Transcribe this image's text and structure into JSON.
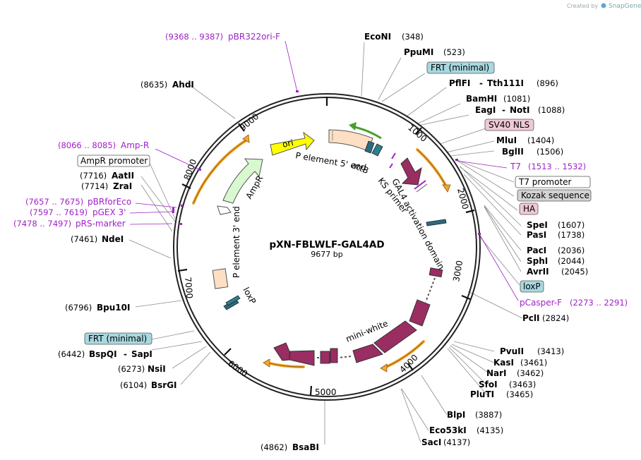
{
  "watermark": {
    "text": "Created by",
    "brand": "SnapGene"
  },
  "plasmid": {
    "name": "pXN-FBLWLF-GAL4AD",
    "length": "9677 bp"
  },
  "ticks": [
    "1000",
    "2000",
    "3000",
    "4000",
    "5000",
    "6000",
    "7000",
    "8000",
    "9000"
  ],
  "sites": {
    "econi": {
      "name": "EcoNI",
      "pos": "(348)"
    },
    "ppumi": {
      "name": "PpuMI",
      "pos": "(523)"
    },
    "pflfi": {
      "name": "PflFI",
      "name2": "Tth111I",
      "pos": "(896)"
    },
    "bamhi": {
      "name": "BamHI",
      "pos": "(1081)"
    },
    "eagi": {
      "name": "EagI",
      "name2": "NotI",
      "pos": "(1088)"
    },
    "mlui": {
      "name": "MluI",
      "pos": "(1404)"
    },
    "bglii": {
      "name": "BglII",
      "pos": "(1506)"
    },
    "spei": {
      "name": "SpeI",
      "pos": "(1607)"
    },
    "pasi": {
      "name": "PasI",
      "pos": "(1738)"
    },
    "paci": {
      "name": "PacI",
      "pos": "(2036)"
    },
    "sphi": {
      "name": "SphI",
      "pos": "(2044)"
    },
    "avrii": {
      "name": "AvrII",
      "pos": "(2045)"
    },
    "pcli": {
      "name": "PclI",
      "pos": "(2824)"
    },
    "pvuii": {
      "name": "PvuII",
      "pos": "(3413)"
    },
    "kasi": {
      "name": "KasI",
      "pos": "(3461)"
    },
    "nari": {
      "name": "NarI",
      "pos": "(3462)"
    },
    "sfoi": {
      "name": "SfoI",
      "pos": "(3463)"
    },
    "pluti": {
      "name": "PluTI",
      "pos": "(3465)"
    },
    "blpi": {
      "name": "BlpI",
      "pos": "(3887)"
    },
    "eco53ki": {
      "name": "Eco53kI",
      "pos": "(4135)"
    },
    "saci": {
      "name": "SacI",
      "pos": "(4137)"
    },
    "bsabi": {
      "name": "BsaBI",
      "pos": "(4862)"
    },
    "bsrgi": {
      "name": "BsrGI",
      "pos": "(6104)"
    },
    "nsii": {
      "name": "NsiI",
      "pos": "(6273)"
    },
    "bspqi": {
      "name": "BspQI",
      "name2": "SapI",
      "pos": "(6442)"
    },
    "bpu10i": {
      "name": "Bpu10I",
      "pos": "(6796)"
    },
    "ndei": {
      "name": "NdeI",
      "pos": "(7461)"
    },
    "zrai": {
      "name": "ZraI",
      "pos": "(7714)"
    },
    "aatii": {
      "name": "AatII",
      "pos": "(7716)"
    },
    "ahdi": {
      "name": "AhdI",
      "pos": "(8635)"
    }
  },
  "primers": {
    "pbr322": {
      "name": "pBR322ori-F",
      "range": "(9368 .. 9387)"
    },
    "t7": {
      "name": "T7",
      "range": "(1513 .. 1532)"
    },
    "pcasper": {
      "name": "pCasper-F",
      "range": "(2273 .. 2291)"
    },
    "ampr": {
      "name": "Amp-R",
      "range": "(8066 .. 8085)"
    },
    "pbrforeco": {
      "name": "pBRforEco",
      "range": "(7657 .. 7675)"
    },
    "pgex": {
      "name": "pGEX 3'",
      "range": "(7597 .. 7619)"
    },
    "prs": {
      "name": "pRS-marker",
      "range": "(7478 .. 7497)"
    }
  },
  "boxes": {
    "frt1": "FRT (minimal)",
    "sv40": "SV40 NLS",
    "t7prom": "T7 promoter",
    "kozak": "Kozak sequence",
    "ha": "HA",
    "loxp": "loxP",
    "frt2": "FRT (minimal)",
    "ampprom": "AmpR promoter"
  },
  "features": {
    "ori": "ori",
    "p5": "P element 5' end",
    "attb": "attB",
    "ks": "KS primer",
    "gal4": "GAL4 activation domain",
    "miniwhite": "mini-white",
    "loxp": "loxP",
    "p3": "P element 3' end",
    "ampr": "AmpR"
  },
  "colors": {
    "purple": "#a020c8",
    "feature_purple": "#9a2d62",
    "orange": "#f5a623",
    "ori_yellow": "#ffff00",
    "frt_box": "#a8d8e0",
    "sv40_box": "#f0c8d8",
    "grey_box": "#d3d3d3"
  }
}
